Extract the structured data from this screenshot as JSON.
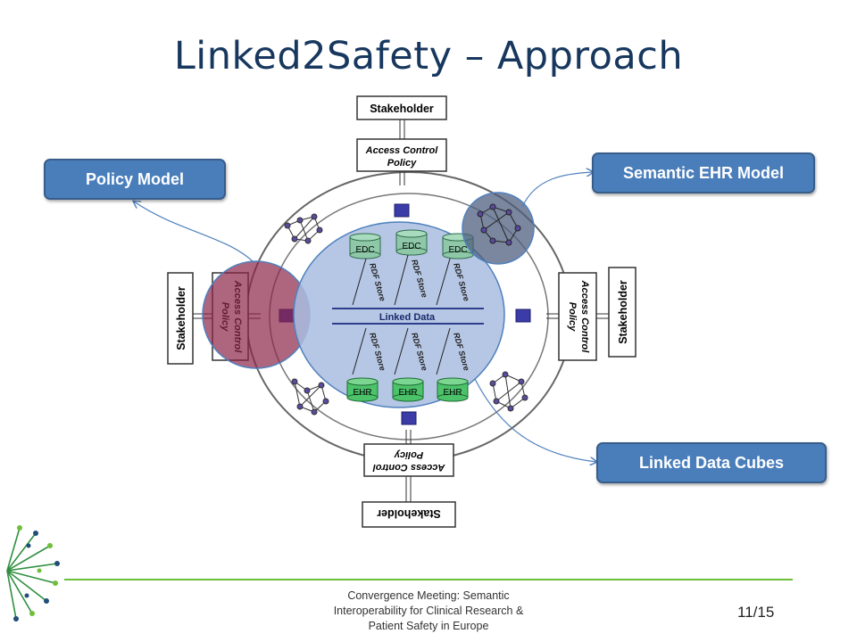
{
  "slide": {
    "title": "Linked2Safety – Approach",
    "page_number": "11/15",
    "footer_lines": [
      "Convergence Meeting: Semantic",
      "Interoperability for Clinical Research &",
      "Patient Safety in Europe"
    ]
  },
  "callouts": {
    "policy_model": "Policy Model",
    "semantic_ehr_model": "Semantic EHR Model",
    "linked_data_cubes": "Linked Data Cubes"
  },
  "diagram": {
    "stakeholder": "Stakeholder",
    "access_control": "Access Control",
    "policy": "Policy",
    "edc": "EDC",
    "ehr": "EHR",
    "rdf_store": "RDF Store",
    "linked_data": "Linked Data"
  },
  "colors": {
    "title": "#17375e",
    "callout_fill": "#4a7ebb",
    "footer_line": "#6fbf3a",
    "highlight_red": "#953553",
    "highlight_gray": "#4f5f7f",
    "linked_data_circle": "#a9bde0"
  }
}
